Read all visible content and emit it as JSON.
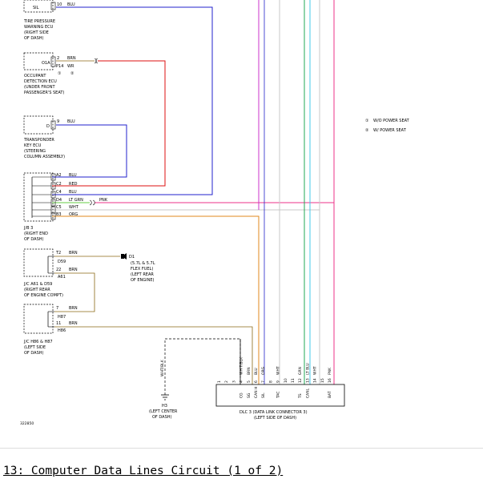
{
  "colors": {
    "blu": "#2222cc",
    "red": "#dd1111",
    "brn": "#8b6914",
    "pnk": "#ee3388",
    "wht": "#c8c8c8",
    "ltgrn": "#66cc44",
    "orn": "#e08a1e",
    "ltblu": "#44c8e8",
    "grn": "#22aa55",
    "mag": "#cc33cc",
    "black": "#000000"
  },
  "components": {
    "tpms": {
      "conn": "SIL",
      "pin": "10",
      "wire": "BLU",
      "label": [
        "TIRE PRESSURE",
        "WARNING ECU",
        "(RIGHT SIDE",
        "OF DASH)"
      ]
    },
    "occupant": {
      "conn": "O1A",
      "conn2": "P14",
      "pin1": "2",
      "pin1_wire": "BRN",
      "pin2": "14",
      "pin2_wire": "WR",
      "note1": "①",
      "note2": "②",
      "label": [
        "OCCUPANT",
        "DETECTION ECU",
        "(UNDER FRONT",
        "PASSENGER'S SEAT)"
      ]
    },
    "transponder": {
      "conn": "D",
      "pin": "9",
      "wire": "BLU",
      "label": [
        "TRANSPONDER",
        "KEY ECU",
        "(STEERING",
        "COLUMN ASSEMBLY)"
      ]
    },
    "jb3": {
      "pins": [
        {
          "pin": "A2",
          "wire": "BLU"
        },
        {
          "pin": "C2",
          "wire": "RED"
        },
        {
          "pin": "C4",
          "wire": "BLU"
        },
        {
          "pin": "D4",
          "wire": "LT GRN"
        },
        {
          "pin": "C5",
          "wire": "WHT"
        },
        {
          "pin": "B3",
          "wire": "ORG"
        }
      ],
      "pnk_label": "PNK",
      "label": [
        "J/B 3",
        "(RIGHT END",
        "OF DASH)"
      ]
    },
    "jc61": {
      "p1": "T2",
      "p1_wire": "BRN",
      "c1": "D59",
      "p2": "22",
      "p2_wire": "BRN",
      "c2": "A61",
      "label": [
        "J/C A61 & D59",
        "(RIGHT REAR",
        "OF ENGINE COMPT)"
      ]
    },
    "d1": {
      "name": "D1",
      "label": [
        "(5.7L & 5.7L",
        "FLEX FUEL)",
        "(LEFT REAR",
        "OF ENGINE)"
      ]
    },
    "jc86": {
      "p1": "7",
      "p1_wire": "BRN",
      "c1": "H87",
      "p2": "11",
      "p2_wire": "BRN",
      "c2": "H86",
      "label": [
        "J/C H86 & H87",
        "(LEFT SIDE",
        "OF DASH)"
      ]
    },
    "ground": {
      "wire": "WHT/BLK",
      "name": "H3",
      "label": [
        "(LEFT CENTER",
        "OF DASH)"
      ]
    },
    "dlc3": {
      "pins": [
        "1",
        "2",
        "3",
        "4",
        "5",
        "6",
        "7",
        "8",
        "9",
        "10",
        "11",
        "12",
        "13",
        "14",
        "15",
        "16"
      ],
      "wires": [
        "",
        "",
        "",
        "WH T/BLK",
        "BRN",
        "BLU",
        "ORG",
        "",
        "WHT",
        "",
        "",
        "GRN",
        "LT BLU",
        "WHT",
        "",
        "PNK"
      ],
      "funcs": [
        "",
        "",
        "",
        "CG",
        "SG",
        "CAN H",
        "SIL",
        "",
        "TAC",
        "",
        "",
        "TS",
        "CANL",
        "",
        "",
        "BAT"
      ],
      "label": [
        "DLC 3 (DATA LINK CONNECTOR 3)",
        "(LEFT SIDE OF DASH)"
      ]
    }
  },
  "legend": [
    {
      "mark": "①",
      "text": "W/O POWER SEAT"
    },
    {
      "mark": "②",
      "text": "W/ POWER SEAT"
    }
  ],
  "diagram_id": "322850",
  "caption": "13: Computer Data Lines Circuit (1 of 2)"
}
